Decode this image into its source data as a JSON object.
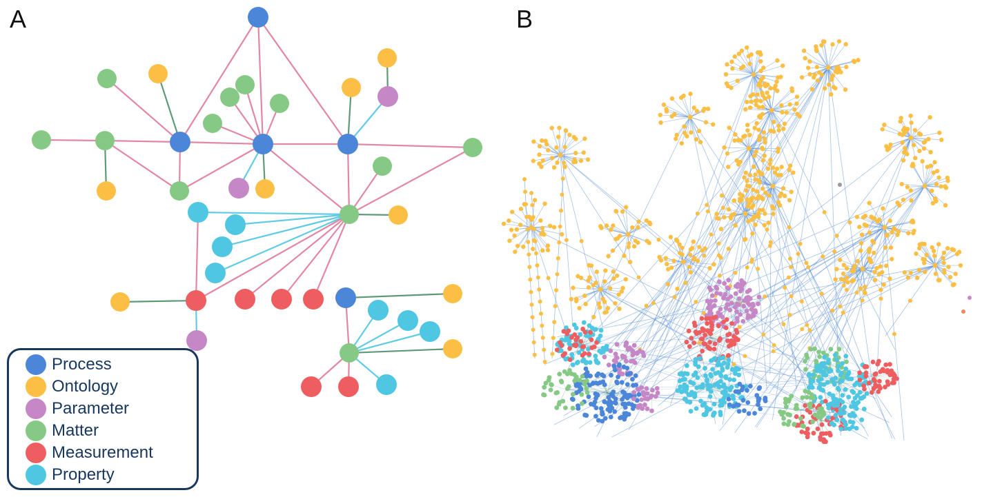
{
  "panels": {
    "a_label": "A",
    "b_label": "B"
  },
  "colors": {
    "process": "#4c86d9",
    "ontology": "#fbbf45",
    "parameter": "#c687c6",
    "matter": "#85c985",
    "measurement": "#ee5e60",
    "property": "#4fc6e2",
    "edge_pink": "#e07a9a",
    "edge_green": "#4f8f6b",
    "edge_cyan": "#4fc6e2",
    "edge_blue": "#5a8fd6"
  },
  "legend": {
    "items": [
      {
        "label": "Process",
        "color": "#4c86d9"
      },
      {
        "label": "Ontology",
        "color": "#fbbf45"
      },
      {
        "label": "Parameter",
        "color": "#c687c6"
      },
      {
        "label": "Matter",
        "color": "#85c985"
      },
      {
        "label": "Measurement",
        "color": "#ee5e60"
      },
      {
        "label": "Property",
        "color": "#4fc6e2"
      }
    ]
  }
}
